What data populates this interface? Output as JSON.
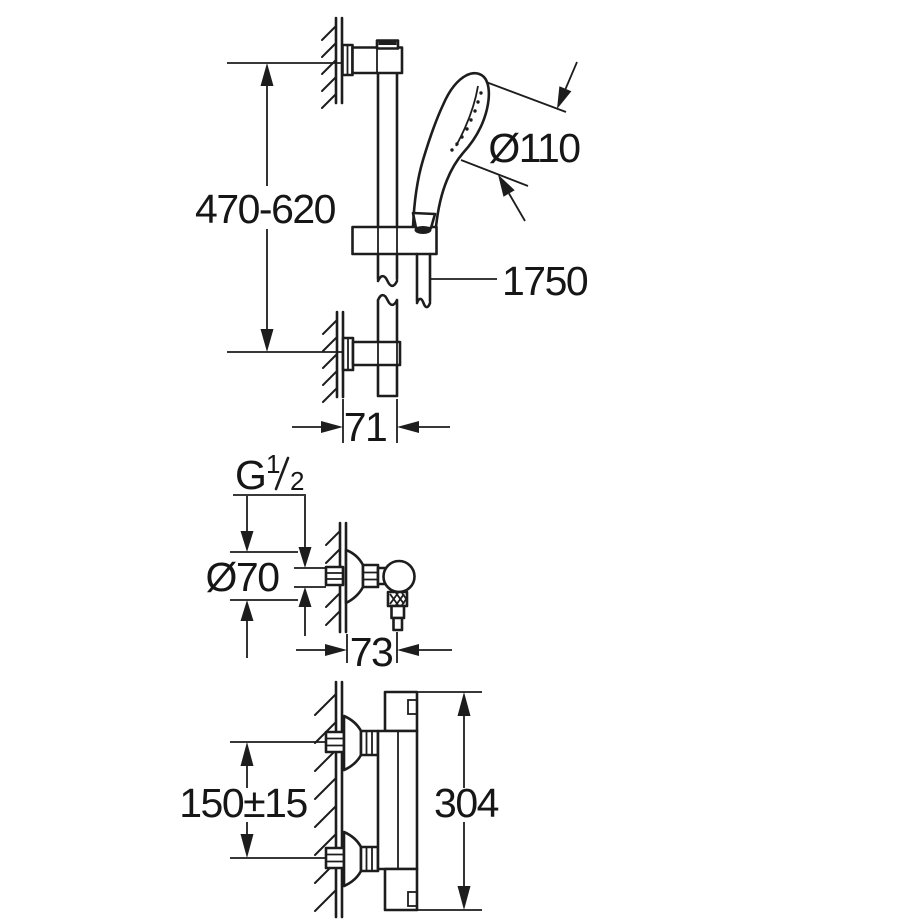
{
  "colors": {
    "ink": "#1d1d1d",
    "background": "#ffffff"
  },
  "rail_set": {
    "height_range": "470-620",
    "head_diameter": "Ø110",
    "hose_length": "1750",
    "wall_offset": "71"
  },
  "wall_union": {
    "thread_prefix": "G",
    "thread_numerator": "1",
    "thread_denominator": "2",
    "escutcheon_diameter": "Ø70",
    "wall_offset": "73"
  },
  "thermostat": {
    "inlet_spacing": "150±15",
    "overall_height": "304"
  }
}
